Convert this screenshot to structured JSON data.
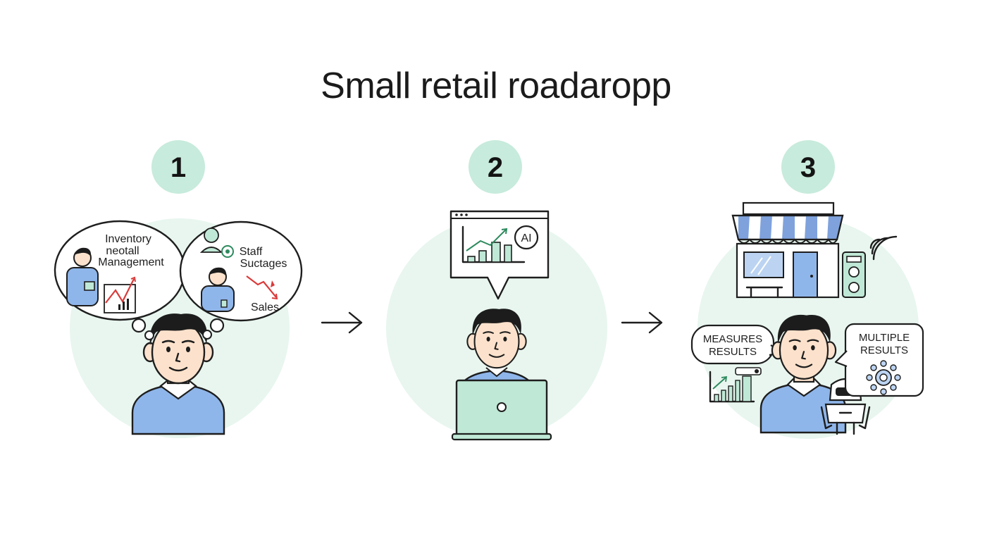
{
  "title": "Small retail roadaropp",
  "steps": [
    {
      "number": "1",
      "bubbles": [
        {
          "lines": [
            "Inventory",
            "neotall",
            "Management"
          ]
        },
        {
          "lines": [
            "Staff",
            "Suctages",
            "Sales"
          ]
        }
      ]
    },
    {
      "number": "2",
      "screen_badge": "AI"
    },
    {
      "number": "3",
      "bubbles": [
        {
          "lines": [
            "MEASURES",
            "RESULTS"
          ]
        },
        {
          "lines": [
            "MULTIPLE",
            "RESULTS"
          ]
        }
      ]
    }
  ],
  "colors": {
    "circle_fill": "#e8f6ef",
    "badge_fill": "#c7ebdc",
    "shirt": "#8fb6ea",
    "skin": "#fce2cc",
    "hair": "#1c1c1c",
    "laptop": "#bfe8d6",
    "awning_blue": "#7fa2dd",
    "chart_red": "#d93a3a"
  },
  "icons": [
    "arrow-right-icon",
    "ai-badge-icon",
    "laptop-icon",
    "storefront-icon",
    "wifi-icon",
    "robot-icon",
    "chart-icon"
  ]
}
